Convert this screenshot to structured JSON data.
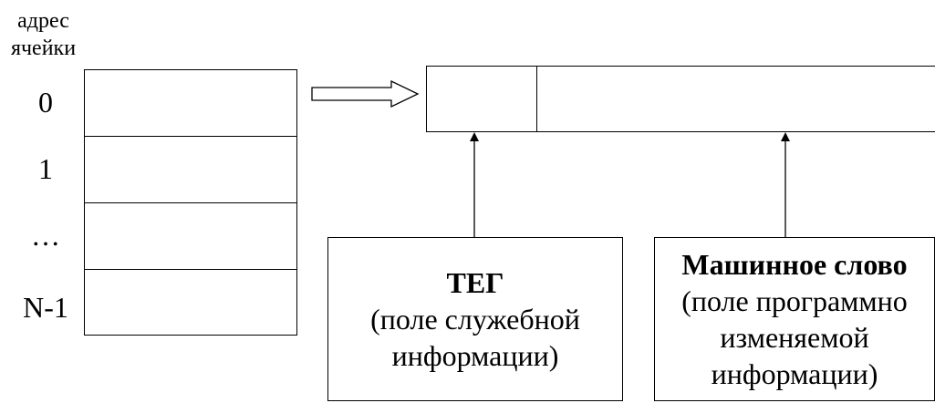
{
  "address_header": {
    "line1": "адрес",
    "line2": "ячейки"
  },
  "address_labels": [
    "0",
    "1",
    "…",
    "N-1"
  ],
  "tag_box": {
    "title": "ТЕГ",
    "line1": "(поле служебной",
    "line2": "информации)"
  },
  "word_box": {
    "title": "Машинное слово",
    "line1": "(поле программно",
    "line2": "изменяемой",
    "line3": "информации)"
  }
}
